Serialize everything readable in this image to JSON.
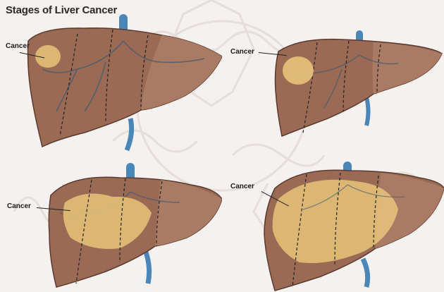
{
  "title": "Stages of Liver Cancer",
  "stages": [
    {
      "label": "Cancer"
    },
    {
      "label": "Cancer"
    },
    {
      "label": "Cancer"
    },
    {
      "label": "Cancer"
    }
  ],
  "colors": {
    "liver": "#9a6a55",
    "liver_dark": "#6e4334",
    "tumor": "#e8c47a",
    "vessel": "#4a86b8",
    "background": "#f4f1ee"
  }
}
